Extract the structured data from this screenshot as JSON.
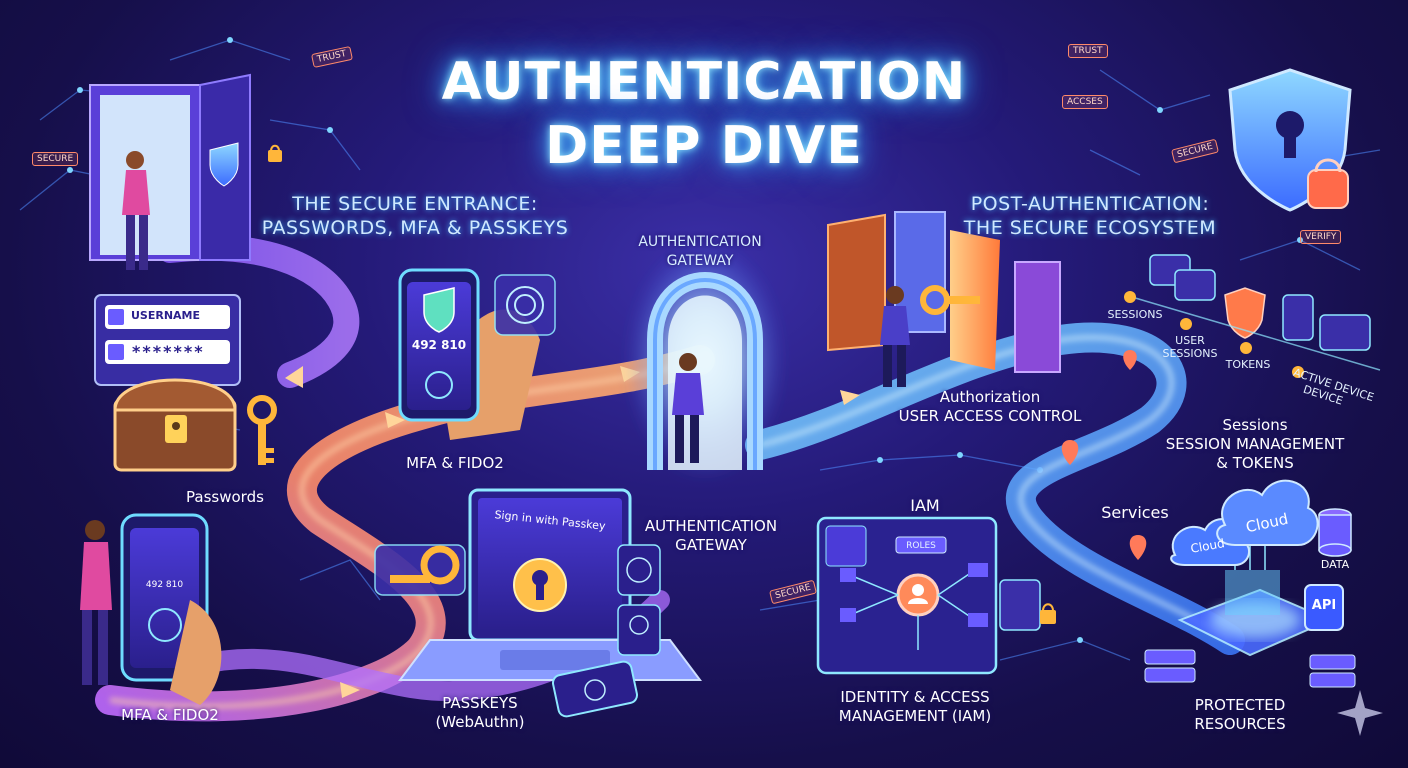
{
  "title_line1": "AUTHENTICATION",
  "title_line2": "DEEP DIVE",
  "left_section": {
    "line1": "THE SECURE ENTRANCE:",
    "line2": "PASSWORDS, MFA & PASSKEYS"
  },
  "right_section": {
    "line1": "POST-AUTHENTICATION:",
    "line2": "THE SECURE ECOSYSTEM"
  },
  "gateway_top": {
    "line1": "AUTHENTICATION",
    "line2": "GATEWAY"
  },
  "gateway_bottom": {
    "line1": "AUTHENTICATION",
    "line2": "GATEWAY"
  },
  "authorization": {
    "line1": "Authorization",
    "line2": "USER ACCESS CONTROL"
  },
  "sessions": {
    "line1": "Sessions",
    "line2": "SESSION MANAGEMENT",
    "line3": "& TOKENS"
  },
  "iam": {
    "short": "IAM",
    "line1": "IDENTITY & ACCESS",
    "line2": "MANAGEMENT (IAM)",
    "roles": "ROLES"
  },
  "passwords": {
    "label": "Passwords",
    "username": "USERNAME",
    "password": "*******"
  },
  "mfa_top": {
    "label": "MFA & FIDO2",
    "code": "492 810"
  },
  "mfa_bottom": {
    "label": "MFA & FIDO2",
    "code": "492 810"
  },
  "passkeys": {
    "line1": "PASSKEYS",
    "line2": "(WebAuthn)",
    "screen": "Sign in with Passkey"
  },
  "services": {
    "label": "Services",
    "cloud_small": "Cloud",
    "cloud_big": "Cloud",
    "data": "DATA",
    "api": "API"
  },
  "protected": {
    "line1": "PROTECTED",
    "line2": "RESOURCES"
  },
  "session_flow": {
    "sessions": "SESSIONS",
    "user1": "USER",
    "user2": "SESSIONS",
    "tokens": "TOKENS",
    "device1": "ACTIVE DEVICE",
    "device2": "DEVICE"
  },
  "tags": {
    "trust": "TRUST",
    "secure": "SECURE",
    "access": "ACCSES",
    "verify": "VERIFY",
    "secure2": "SECURE",
    "trust2": "TRUST",
    "secure3": "SECURE"
  },
  "colors": {
    "path_orange": "#ff9a5a",
    "path_purple": "#b36bff",
    "path_blue": "#5ab8ff",
    "neon": "#5fd8ff"
  }
}
